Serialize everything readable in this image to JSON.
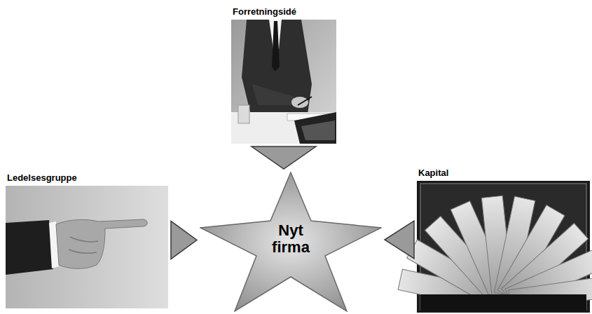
{
  "diagram": {
    "nodes": [
      {
        "text": [
          "Forretningsidé"
        ]
      },
      {
        "text": [
          "Ledelsesgruppe"
        ]
      },
      {
        "text": [
          "Nyt firma"
        ]
      },
      {
        "text": [
          "Kapital"
        ]
      }
    ],
    "edges": [
      {
        "from": 0,
        "to": 2,
        "arrow": "to"
      },
      {
        "from": 1,
        "to": 2,
        "arrow": "to"
      },
      {
        "from": 3,
        "to": 2,
        "arrow": "to"
      }
    ]
  }
}
